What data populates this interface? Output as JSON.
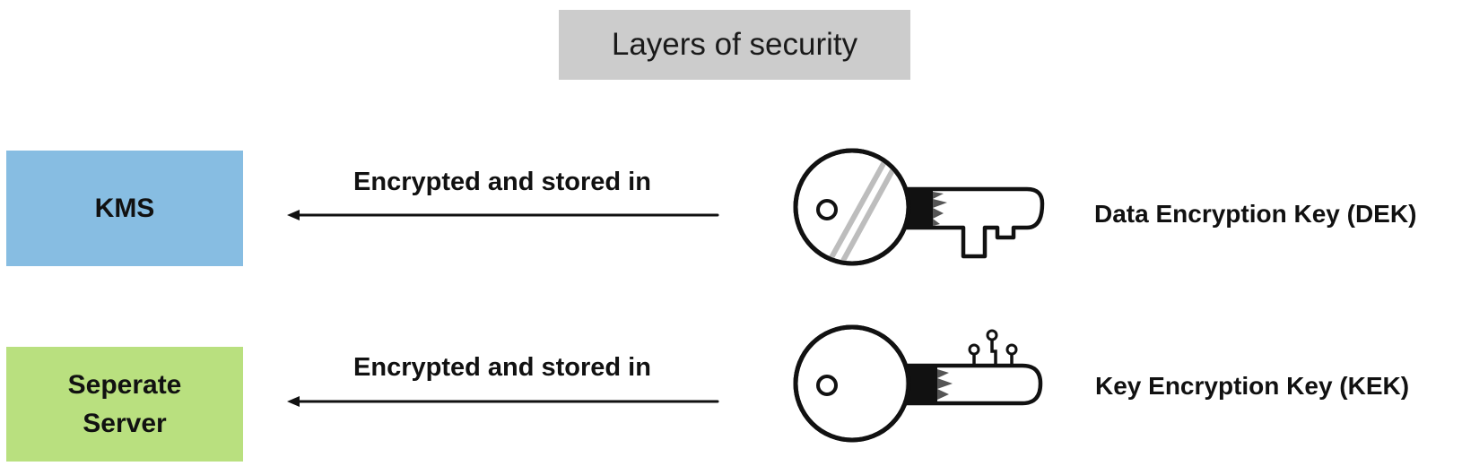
{
  "title": "Layers of security",
  "boxes": {
    "kms": {
      "label": "KMS",
      "color": "#87bde2"
    },
    "server": {
      "label": "Seperate Server",
      "color": "#b9e07f"
    }
  },
  "arrows": [
    {
      "label": "Encrypted and stored in"
    },
    {
      "label": "Encrypted and stored in"
    }
  ],
  "keys": [
    {
      "icon": "key-icon",
      "label": "Data Encryption Key (DEK)"
    },
    {
      "icon": "circuit-key-icon",
      "label": "Key Encryption Key (KEK)"
    }
  ],
  "title_color": "#cccccc"
}
